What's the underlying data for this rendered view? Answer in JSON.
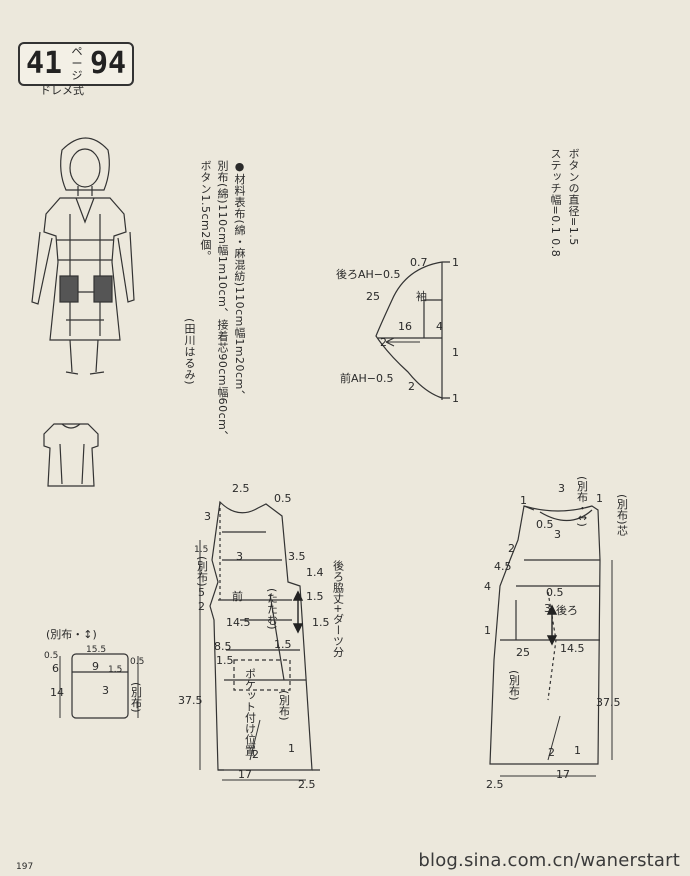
{
  "badge": {
    "left_number": "41",
    "page_word": "ページ",
    "right_number": "94",
    "method": "ドレメ式"
  },
  "materials": {
    "heading": "●材料",
    "line1": "表布(綿・麻混紡)110cm幅1m20cm、",
    "line2": "別布(綿)110cm幅1m10cm、接着芯90cm幅60cm、",
    "line3": "ボタン1.5cm2個。",
    "designer": "(田川はるみ)"
  },
  "notes": {
    "line1": "ボタンの直径=1.5",
    "line2": "ステッチ幅=0.1 0.8"
  },
  "sleeve": {
    "back_ah": "後ろAH−0.5",
    "front_ah": "前AH−0.5",
    "name": "袖",
    "d07": "0.7",
    "d25": "25",
    "d16": "16",
    "d4": "4",
    "d2a": "2",
    "d2b": "2",
    "d1a": "1",
    "d1b": "1",
    "d1c": "1"
  },
  "front": {
    "name": "前",
    "tuck": "(たたむ)",
    "pocket_pos": "ポケット付け位置",
    "separate": "(別布)",
    "separate_top": "(別布)",
    "d25top": "2.5",
    "d05top": "0.5",
    "d3": "3",
    "d15": "1.5",
    "d3b": "3",
    "d5": "5",
    "d2": "2",
    "d35": "3.5",
    "d14": "1.4",
    "d15b": "1.5",
    "d145": "14.5",
    "d15c": "1.5",
    "d15d": "1.5",
    "d85": "8.5",
    "d15e": "1.5",
    "d375": "37.5",
    "d2b": "2",
    "d1": "1",
    "d17": "17",
    "d25b": "2.5"
  },
  "side_note": "後ろ脇丈+ダーツ分",
  "back": {
    "name": "後ろ",
    "separate": "(別布)",
    "separate_top": "(別布・↕)",
    "interfacing": "(別布)芯",
    "d3": "3",
    "d1": "1",
    "d1b": "1",
    "d05": "0.5",
    "d3b": "3",
    "d2": "2",
    "d45": "4.5",
    "d4": "4",
    "d05b": "0.5",
    "d3c": "3",
    "d1c": "1",
    "d25": "25",
    "d145": "14.5",
    "d375": "37.5",
    "d2b": "2",
    "d1d": "1",
    "d25b": "2.5",
    "d17": "17"
  },
  "pocket": {
    "separate": "(別布・↕)",
    "separate_side": "(別布)",
    "d05a": "0.5",
    "d155": "15.5",
    "d05b": "0.5",
    "d6": "6",
    "d9": "9",
    "d15": "1.5",
    "d14": "14",
    "d3": "3"
  },
  "page_number": "197",
  "watermark": "blog.sina.com.cn/wanerstart"
}
